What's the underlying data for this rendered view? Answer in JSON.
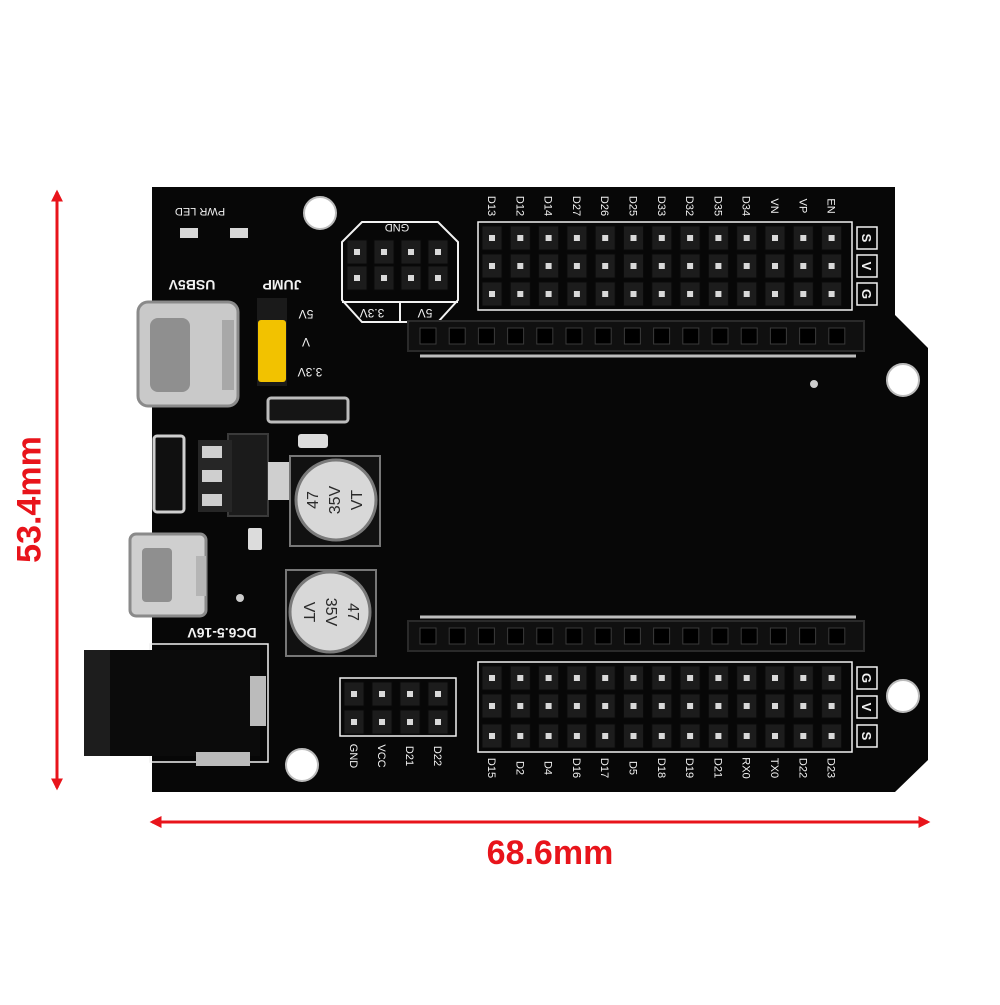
{
  "dimensions": {
    "width_label": "68.6mm",
    "height_label": "53.4mm",
    "color": "#e8141b"
  },
  "board": {
    "pcb_color": "#070707",
    "silk_color": "#f2f2f2",
    "jumper_color": "#f2c200",
    "labels": {
      "pwr_led": "PWR LED",
      "usb5v": "USB5V",
      "jump": "JUMP",
      "jump_5v": "5V",
      "jump_v": "V",
      "jump_33v": "3.3V",
      "dc": "DC6.5-16V",
      "gnd_top": "GND",
      "v33": "3.3V",
      "v5": "5V",
      "cap1": [
        "47",
        "35V",
        "VT"
      ],
      "cap2": [
        "47",
        "35V",
        "VT"
      ]
    },
    "top_header_pins": [
      "D13",
      "D12",
      "D14",
      "D27",
      "D26",
      "D25",
      "D33",
      "D32",
      "D35",
      "D34",
      "VN",
      "VP",
      "EN"
    ],
    "bottom_header_pins": [
      "D15",
      "D2",
      "D4",
      "D16",
      "D17",
      "D5",
      "D18",
      "D19",
      "D21",
      "RX0",
      "TX0",
      "D22",
      "D23"
    ],
    "bottom_left_pins": [
      "GND",
      "VCC",
      "D21",
      "D22"
    ],
    "row_markers_top": [
      "S",
      "V",
      "G"
    ],
    "row_markers_bottom": [
      "G",
      "V",
      "S"
    ]
  }
}
